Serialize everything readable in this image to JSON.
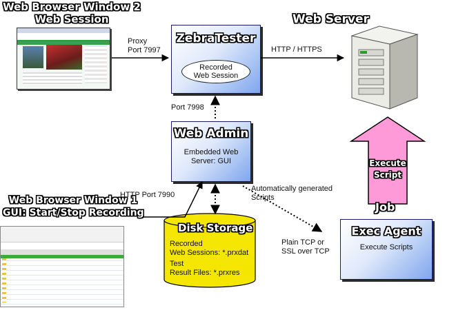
{
  "browser2": {
    "title_line1": "Web Browser Window 2",
    "title_line2": "Web Session"
  },
  "browser1": {
    "title_line1": "Web Browser Window 1",
    "title_line2": "GUI: Start/Stop Recording"
  },
  "web_server": {
    "title": "Web Server"
  },
  "zebratester": {
    "title": "ZebraTester",
    "inner": "Recorded\nWeb Session"
  },
  "web_admin": {
    "title": "Web Admin",
    "subtitle": "Embedded Web\nServer: GUI"
  },
  "exec_agent": {
    "title": "Exec Agent",
    "subtitle": "Execute Scripts"
  },
  "disk_storage": {
    "title": "Disk Storage",
    "line1": "Recorded",
    "line2": "Web Sessions: *.prxdat",
    "line3": "Test",
    "line4": "Result Files: *.prxres"
  },
  "job": {
    "label": "Job",
    "arrow_text": "Execute\nScript"
  },
  "connections": {
    "proxy": "Proxy\nPort 7997",
    "http_https": "HTTP / HTTPS",
    "port_7998": "Port 7998",
    "http_port_7990": "HTTP Port 7990",
    "auto_scripts": "Automatically generated\nScripts",
    "plain_tcp": "Plain TCP or\nSSL over TCP"
  },
  "colors": {
    "box_accent": "#7fa6ee",
    "disk_fill": "#f5e600",
    "job_arrow": "#ff9ad8"
  }
}
